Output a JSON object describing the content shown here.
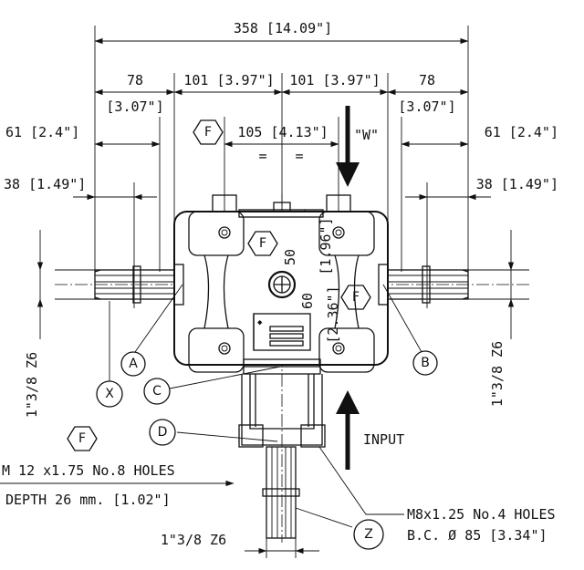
{
  "dimensions": {
    "overall_width": "358 [14.09\"]",
    "shaft_length_left": "78",
    "shaft_length_left_in": "[3.07\"]",
    "shaft_length_right": "78",
    "shaft_length_right_in": "[3.07\"]",
    "half_width_left": "101 [3.97\"]",
    "half_width_right": "101 [3.97\"]",
    "bolt_spacing": "105 [4.13\"]",
    "equal_mark_left": "=",
    "equal_mark_right": "=",
    "offset_left": "61 [2.4\"]",
    "offset_right": "61 [2.4\"]",
    "spline_left": "38 [1.49\"]",
    "spline_right": "38 [1.49\"]",
    "height_50": "50",
    "height_50_in": "[1.96\"]",
    "height_60": "60",
    "height_60_in": "[2.36\"]",
    "shaft_spec_left": "1\"3/8 Z6",
    "shaft_spec_right": "1\"3/8 Z6",
    "shaft_spec_bottom": "1\"3/8 Z6"
  },
  "labels": {
    "w_arrow": "\"W\"",
    "input_arrow": "INPUT",
    "holes_spec_line1": "M 12 x1.75 No.8 HOLES",
    "holes_spec_line2": "DEPTH 26 mm. [1.02\"]",
    "bc_holes_line1": "M8x1.25 No.4 HOLES",
    "bc_holes_line2": "B.C.  Ø 85 [3.34\"]"
  },
  "callouts": {
    "A": "A",
    "B": "B",
    "C": "C",
    "D": "D",
    "X": "X",
    "Z": "Z",
    "F": "F"
  }
}
